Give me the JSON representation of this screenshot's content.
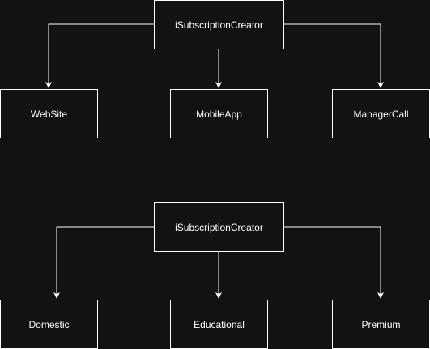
{
  "colors": {
    "background": "#121212",
    "stroke": "#ffffff",
    "text": "#ffffff"
  },
  "diagram_top": {
    "root": "iSubscriptionCreator",
    "children": [
      "WebSite",
      "MobileApp",
      "ManagerCall"
    ]
  },
  "diagram_bottom": {
    "root": "iSubscriptionCreator",
    "children": [
      "Domestic",
      "Educational",
      "Premium"
    ]
  }
}
